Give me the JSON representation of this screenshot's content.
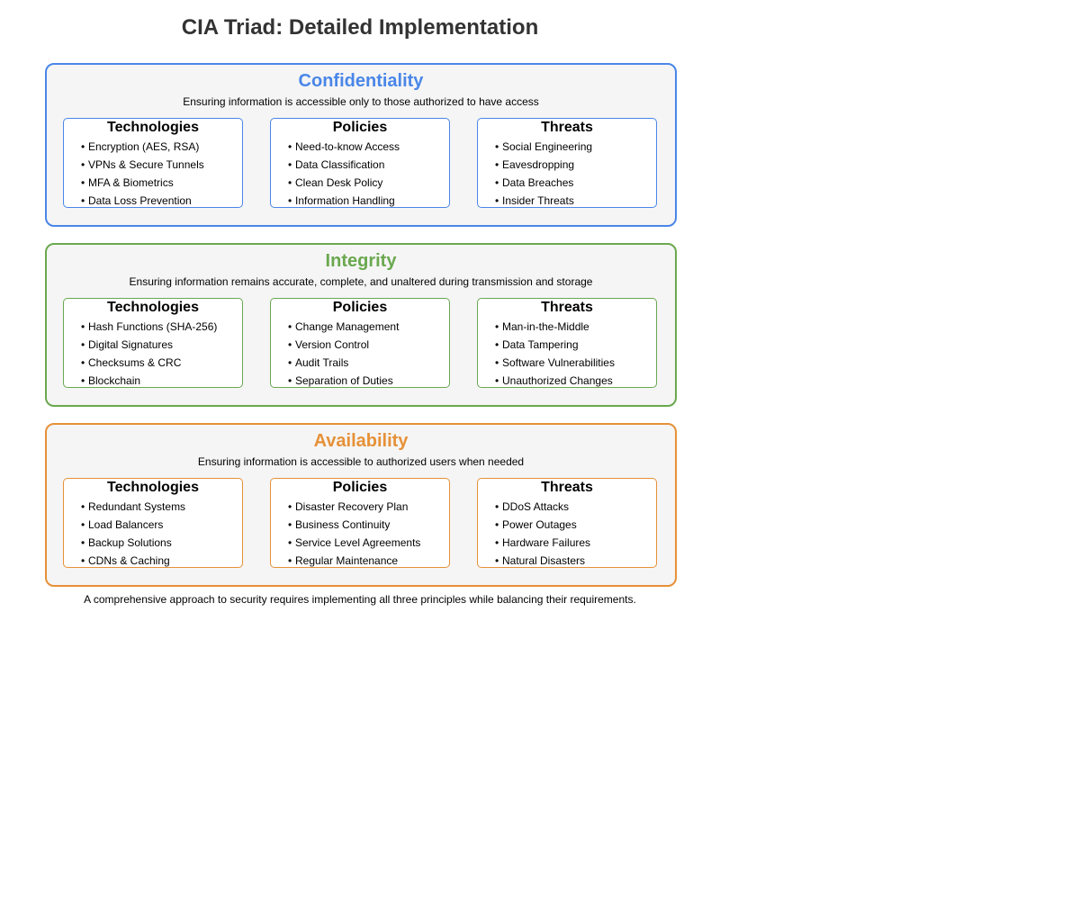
{
  "title": "CIA Triad: Detailed Implementation",
  "sections": [
    {
      "name": "Confidentiality",
      "color": "#4a86e8",
      "description": "Ensuring information is accessible only to those authorized to have access",
      "cards": [
        {
          "title": "Technologies",
          "items": [
            "Encryption (AES, RSA)",
            "VPNs & Secure Tunnels",
            "MFA & Biometrics",
            "Data Loss Prevention"
          ]
        },
        {
          "title": "Policies",
          "items": [
            "Need-to-know Access",
            "Data Classification",
            "Clean Desk Policy",
            "Information Handling"
          ]
        },
        {
          "title": "Threats",
          "items": [
            "Social Engineering",
            "Eavesdropping",
            "Data Breaches",
            "Insider Threats"
          ]
        }
      ]
    },
    {
      "name": "Integrity",
      "color": "#6aa84f",
      "description": "Ensuring information remains accurate, complete, and unaltered during transmission and storage",
      "cards": [
        {
          "title": "Technologies",
          "items": [
            "Hash Functions (SHA-256)",
            "Digital Signatures",
            "Checksums & CRC",
            "Blockchain"
          ]
        },
        {
          "title": "Policies",
          "items": [
            "Change Management",
            "Version Control",
            "Audit Trails",
            "Separation of Duties"
          ]
        },
        {
          "title": "Threats",
          "items": [
            "Man-in-the-Middle",
            "Data Tampering",
            "Software Vulnerabilities",
            "Unauthorized Changes"
          ]
        }
      ]
    },
    {
      "name": "Availability",
      "color": "#e69138",
      "description": "Ensuring information is accessible to authorized users when needed",
      "cards": [
        {
          "title": "Technologies",
          "items": [
            "Redundant Systems",
            "Load Balancers",
            "Backup Solutions",
            "CDNs & Caching"
          ]
        },
        {
          "title": "Policies",
          "items": [
            "Disaster Recovery Plan",
            "Business Continuity",
            "Service Level Agreements",
            "Regular Maintenance"
          ]
        },
        {
          "title": "Threats",
          "items": [
            "DDoS Attacks",
            "Power Outages",
            "Hardware Failures",
            "Natural Disasters"
          ]
        }
      ]
    }
  ],
  "footer": "A comprehensive approach to security requires implementing all three principles while balancing their requirements.",
  "colors": {
    "title_text": "#333333",
    "section_background": "#f5f5f5",
    "card_background": "#ffffff"
  }
}
